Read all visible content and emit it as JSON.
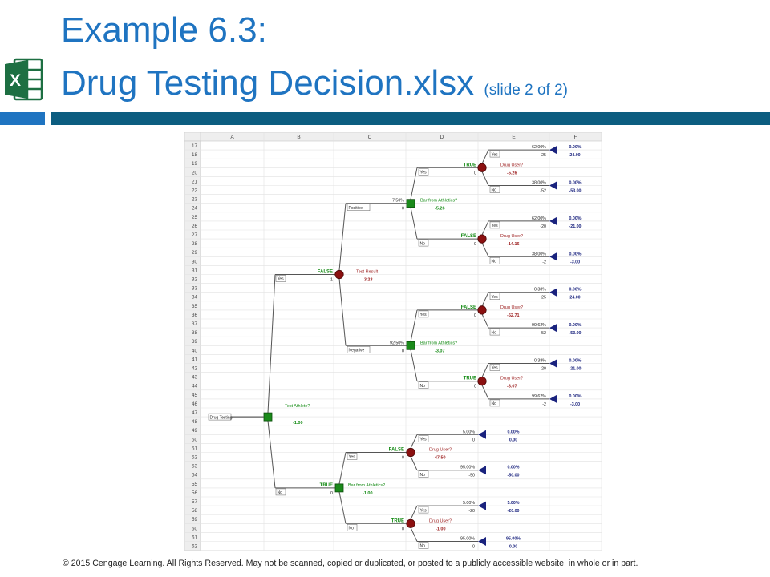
{
  "title": {
    "line1": "Example 6.3:",
    "line2": "Drug Testing Decision.xlsx",
    "subtitle": "(slide 2 of 2)"
  },
  "app_icon": {
    "name": "excel-icon",
    "letter": "X",
    "color": "#1d6f42"
  },
  "colors": {
    "title": "#1f74c1",
    "rule_left": "#1f74c1",
    "rule_right": "#0c5d80",
    "decision_node": "#1a8a1a",
    "chance_node": "#8b1010",
    "terminal": "#1a237e",
    "true_false_label": "#138a13",
    "chance_label": "#9b1c1c",
    "terminal_value": "#1a237e"
  },
  "sheet": {
    "columns": [
      "A",
      "B",
      "C",
      "D",
      "E",
      "F"
    ],
    "rows": [
      "17",
      "18",
      "19",
      "20",
      "21",
      "22",
      "23",
      "24",
      "25",
      "26",
      "27",
      "28",
      "29",
      "30",
      "31",
      "32",
      "33",
      "34",
      "35",
      "36",
      "37",
      "38",
      "39",
      "40",
      "41",
      "42",
      "43",
      "44",
      "45",
      "46",
      "47",
      "48",
      "49",
      "50",
      "51",
      "52",
      "53",
      "54",
      "55",
      "56",
      "57",
      "58",
      "59",
      "60",
      "61",
      "62"
    ]
  },
  "tree": {
    "root": {
      "label": "Drug Testing"
    },
    "d1": {
      "title": "Test Athlete?",
      "value": "-1.00"
    },
    "c1": {
      "flag": "FALSE",
      "cost": "-1",
      "title": "Test Result",
      "value": "-3.23",
      "branch": "Yes"
    },
    "c1_pos": {
      "label": "Positive",
      "prob": "7.50%",
      "cost": "0"
    },
    "d2": {
      "title": "Bar from Athletics?",
      "value": "-5.26"
    },
    "c2": {
      "branch": "Yes",
      "flag": "TRUE",
      "cost": "0",
      "title": "Drug User?",
      "value": "-5.26"
    },
    "t1": {
      "branch": "Yes",
      "prob": "62.00%",
      "payoff": "25",
      "pct": "0.00%",
      "value": "24.00"
    },
    "t2": {
      "branch": "No",
      "prob": "38.00%",
      "payoff": "-52",
      "pct": "0.00%",
      "value": "-53.00"
    },
    "c3": {
      "branch": "No",
      "flag": "FALSE",
      "cost": "0",
      "title": "Drug User?",
      "value": "-14.16"
    },
    "t3": {
      "branch": "Yes",
      "prob": "62.00%",
      "payoff": "-20",
      "pct": "0.00%",
      "value": "-21.00"
    },
    "t4": {
      "branch": "No",
      "prob": "38.00%",
      "payoff": "-2",
      "pct": "0.00%",
      "value": "-3.00"
    },
    "c1_neg": {
      "label": "Negative",
      "prob": "92.50%",
      "cost": "0"
    },
    "d3": {
      "title": "Bar from Athletics?",
      "value": "-3.07"
    },
    "c4": {
      "branch": "Yes",
      "flag": "FALSE",
      "cost": "0",
      "title": "Drug User?",
      "value": "-52.71"
    },
    "t5": {
      "branch": "Yes",
      "prob": "0.38%",
      "payoff": "25",
      "pct": "0.00%",
      "value": "24.00"
    },
    "t6": {
      "branch": "No",
      "prob": "99.62%",
      "payoff": "-52",
      "pct": "0.00%",
      "value": "-53.00"
    },
    "c5": {
      "branch": "No",
      "flag": "TRUE",
      "cost": "0",
      "title": "Drug User?",
      "value": "-3.07"
    },
    "t7": {
      "branch": "Yes",
      "prob": "0.38%",
      "payoff": "-20",
      "pct": "0.00%",
      "value": "-21.00"
    },
    "t8": {
      "branch": "No",
      "prob": "99.62%",
      "payoff": "-2",
      "pct": "0.00%",
      "value": "-3.00"
    },
    "d4": {
      "branch": "No",
      "flag": "TRUE",
      "cost": "0",
      "title": "Bar from Athletics?",
      "value": "-1.00"
    },
    "c6": {
      "branch": "Yes",
      "flag": "FALSE",
      "cost": "0",
      "title": "Drug User?",
      "value": "-47.50"
    },
    "t9": {
      "branch": "Yes",
      "prob": "5.00%",
      "payoff": "0",
      "pct": "0.00%",
      "value": "0.00"
    },
    "t10": {
      "branch": "No",
      "prob": "95.00%",
      "payoff": "-50",
      "pct": "0.00%",
      "value": "-50.00"
    },
    "c7": {
      "branch": "No",
      "flag": "TRUE",
      "cost": "0",
      "title": "Drug User?",
      "value": "-1.00"
    },
    "t11": {
      "branch": "Yes",
      "prob": "5.00%",
      "payoff": "-20",
      "pct": "5.00%",
      "value": "-20.00"
    },
    "t12": {
      "branch": "No",
      "prob": "95.00%",
      "payoff": "0",
      "pct": "95.00%",
      "value": "0.00"
    }
  },
  "footer": "© 2015 Cengage Learning. All Rights Reserved. May not be scanned, copied or duplicated, or posted to a publicly accessible website, in whole or in part."
}
